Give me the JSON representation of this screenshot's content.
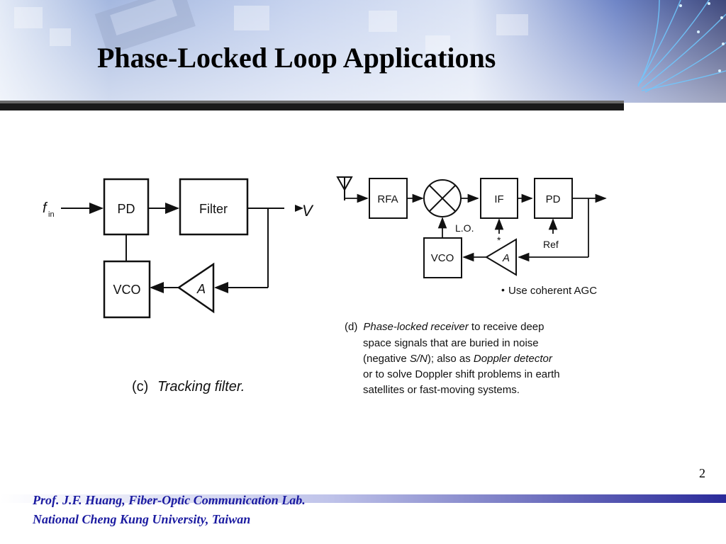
{
  "slide": {
    "title": "Phase-Locked Loop Applications",
    "page_number": "2"
  },
  "footer": {
    "line1": "Prof. J.F. Huang, Fiber-Optic Communication Lab.",
    "line2": "National Cheng Kung University, Taiwan"
  },
  "diagram_c": {
    "input_label": "f",
    "input_subscript": "in",
    "pd_label": "PD",
    "filter_label": "Filter",
    "output_label": "V",
    "vco_label": "VCO",
    "amp_label": "A",
    "caption_tag": "(c)",
    "caption_text": "Tracking filter."
  },
  "diagram_d": {
    "rfa_label": "RFA",
    "if_label": "IF",
    "pd_label": "PD",
    "lo_label": "L.O.",
    "vco_label": "VCO",
    "amp_label": "A",
    "ref_label": "Ref",
    "asterisk": "*",
    "note_star": "•",
    "note_text": "Use coherent AGC",
    "caption_tag": "(d)",
    "caption_line1_italic": "Phase-locked receiver",
    "caption_line1_rest": " to receive deep",
    "caption_line2": "space signals that are buried in noise",
    "caption_line3_a": "(negative ",
    "caption_line3_italic1": "S/N",
    "caption_line3_b": "); also as ",
    "caption_line3_italic2": "Doppler detector",
    "caption_line4": "or to solve Doppler shift problems in earth",
    "caption_line5": "satellites or fast-moving systems."
  },
  "colors": {
    "footer_text": "#1a1aa0",
    "header_blue": "#3a5fb0",
    "footer_bar": "#2a2a9a"
  }
}
